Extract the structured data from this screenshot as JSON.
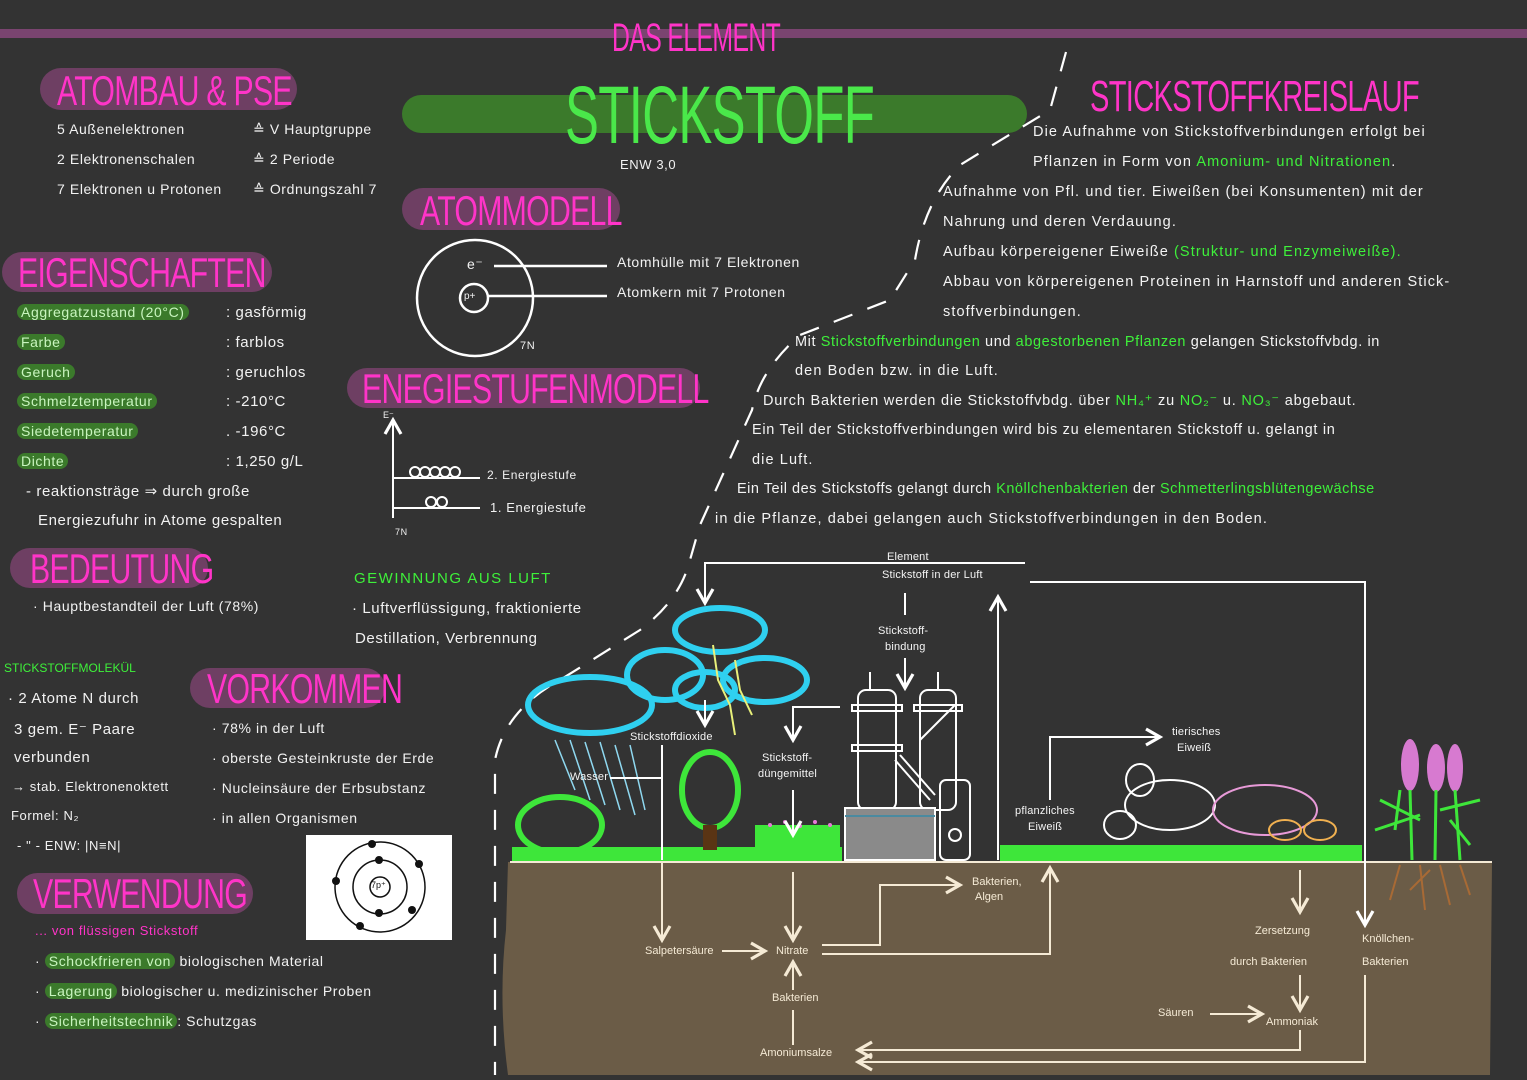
{
  "header": {
    "top": "DAS ELEMENT",
    "title": "STICKSTOFF",
    "enw": "ENW 3,0"
  },
  "colors": {
    "background": "#333333",
    "pink": "#ff34c8",
    "pill": "#6e3f63",
    "green": "#3ef03a",
    "green_pill": "#3b7a2b",
    "soil": "#6b5c47",
    "cloud": "#2fd0f0"
  },
  "atombau": {
    "title": "ATOMBAU & PSE",
    "rows": [
      {
        "left": "5 Außenelektronen",
        "right": "≙ V Hauptgruppe"
      },
      {
        "left": "2 Elektronenschalen",
        "right": "≙ 2 Periode"
      },
      {
        "left": "7 Elektronen u Protonen",
        "right": "≙ Ordnungszahl 7"
      }
    ]
  },
  "eigenschaften": {
    "title": "EIGENSCHAFTEN",
    "props": [
      {
        "label": "Aggregatzustand (20°C)",
        "value": ": gasförmig"
      },
      {
        "label": "Farbe",
        "value": ": farblos"
      },
      {
        "label": "Geruch",
        "value": ": geruchlos"
      },
      {
        "label": "Schmelztemperatur",
        "value": ": -210°C"
      },
      {
        "label": "Siedetemperatur",
        "value": ". -196°C"
      },
      {
        "label": "Dichte",
        "value": ": 1,250 g/L"
      }
    ],
    "note": [
      "- reaktionsträge ⇒ durch große",
      "Energiezufuhr in Atome gespalten"
    ]
  },
  "bedeutung": {
    "title": "BEDEUTUNG",
    "items": [
      "· Hauptbestandteil der Luft (78%)"
    ]
  },
  "molekuel": {
    "title": "STICKSTOFFMOLEKÜL",
    "lines": [
      "· 2 Atome N durch",
      "3 gem. E⁻ Paare",
      "verbunden",
      "→ stab. Elektronenoktett",
      "Formel: N₂",
      "- \" - ENW: |N≡N|"
    ]
  },
  "vorkommen": {
    "title": "VORKOMMEN",
    "items": [
      "· 78% in der Luft",
      "· oberste Gesteinkruste der Erde",
      "· Nucleinsäure der Erbsubstanz",
      "· in allen Organismen"
    ]
  },
  "verwendung": {
    "title": "VERWENDUNG",
    "subtitle": "... von flüssigen Stickstoff",
    "items": [
      {
        "hl": "Schockfrieren von",
        "rest": " biologischen Material"
      },
      {
        "hl": "Lagerung",
        "rest": " biologischer u. medizinischer Proben"
      },
      {
        "hl": "Sicherheitstechnik",
        "rest": ": Schutzgas"
      }
    ]
  },
  "atommodell": {
    "title": "ATOMMODELL",
    "electron": "e⁻",
    "proton": "p+",
    "symbol": "7N",
    "labels": [
      "Atomhülle mit 7 Elektronen",
      "Atomkern mit 7 Protonen"
    ]
  },
  "atom_picture": {
    "nucleus": "7p⁺"
  },
  "energiestufen": {
    "title": "ENEGIESTUFENMODELL",
    "axis": "E⁻",
    "symbol": "7N",
    "levels": [
      {
        "label": "2. Energiestufe",
        "electrons": 5
      },
      {
        "label": "1. Energiestufe",
        "electrons": 2
      }
    ]
  },
  "gewinnung": {
    "title": "GEWINNUNG AUS LUFT",
    "lines": [
      "· Luftverflüssigung, fraktionierte",
      "Destillation, Verbrennung"
    ]
  },
  "kreislauf": {
    "title": "STICKSTOFFKREISLAUF",
    "lines": [
      [
        {
          "t": "Die Aufnahme von Stickstoffverbindungen erfolgt bei"
        }
      ],
      [
        {
          "t": "Pflanzen in Form von "
        },
        {
          "t": "Amonium- und Nitrationen",
          "g": true
        },
        {
          "t": "."
        }
      ],
      [
        {
          "t": "Aufnahme von Pfl. und tier. Eiweißen (bei Konsumenten) mit der"
        }
      ],
      [
        {
          "t": "Nahrung und deren Verdauung."
        }
      ],
      [
        {
          "t": "Aufbau körpereigener Eiweiße "
        },
        {
          "t": "(Struktur- und Enzymeiweiße).",
          "g": true
        }
      ],
      [
        {
          "t": "Abbau von körpereigenen Proteinen in Harnstoff und anderen Stick-"
        }
      ],
      [
        {
          "t": "stoffverbindungen."
        }
      ],
      [
        {
          "t": "Mit "
        },
        {
          "t": "Stickstoffverbindungen",
          "g": true
        },
        {
          "t": " und "
        },
        {
          "t": "abgestorbenen Pflanzen",
          "g": true
        },
        {
          "t": " gelangen Stickstoffvbdg. in"
        }
      ],
      [
        {
          "t": "den Boden bzw. in die Luft."
        }
      ],
      [
        {
          "t": "Durch Bakterien werden die Stickstoffvbdg. über "
        },
        {
          "t": "NH₄⁺",
          "g": true
        },
        {
          "t": " zu "
        },
        {
          "t": "NO₂⁻",
          "g": true
        },
        {
          "t": " u. "
        },
        {
          "t": "NO₃⁻",
          "g": true
        },
        {
          "t": " abgebaut."
        }
      ],
      [
        {
          "t": "Ein Teil der Stickstoffverbindungen wird bis zu elementaren Stickstoff u. gelangt in"
        }
      ],
      [
        {
          "t": "die Luft."
        }
      ],
      [
        {
          "t": "Ein Teil des Stickstoffs gelangt durch "
        },
        {
          "t": "Knöllchenbakterien",
          "g": true
        },
        {
          "t": " der "
        },
        {
          "t": "Schmetterlingsblütengewächse",
          "g": true
        }
      ],
      [
        {
          "t": "in die Pflanze, dabei gelangen auch Stickstoffverbindungen in den Boden."
        }
      ]
    ]
  },
  "diagram": {
    "element_air": [
      "Element",
      "Stickstoff in der Luft"
    ],
    "fixation": [
      "Stickstoff-",
      "bindung"
    ],
    "dioxide": "Stickstoffdioxide",
    "fertilizer": [
      "Stickstoff-",
      "düngemittel"
    ],
    "water": "Wasser",
    "nitric_acid": "Salpetersäure",
    "nitrates": "Nitrate",
    "bacteria": "Bakterien",
    "ammonium_salts": "Amoniumsalze",
    "bacteria_algae": [
      "Bakterien,",
      "Algen"
    ],
    "plant_protein": [
      "pflanzliches",
      "Eiweiß"
    ],
    "animal_protein": [
      "tierisches",
      "Eiweiß"
    ],
    "decomposition": [
      "Zersetzung",
      "durch Bakterien"
    ],
    "acids": "Säuren",
    "ammonia": "Ammoniak",
    "nodule_bacteria": [
      "Knöllchen-",
      "Bakterien"
    ]
  }
}
